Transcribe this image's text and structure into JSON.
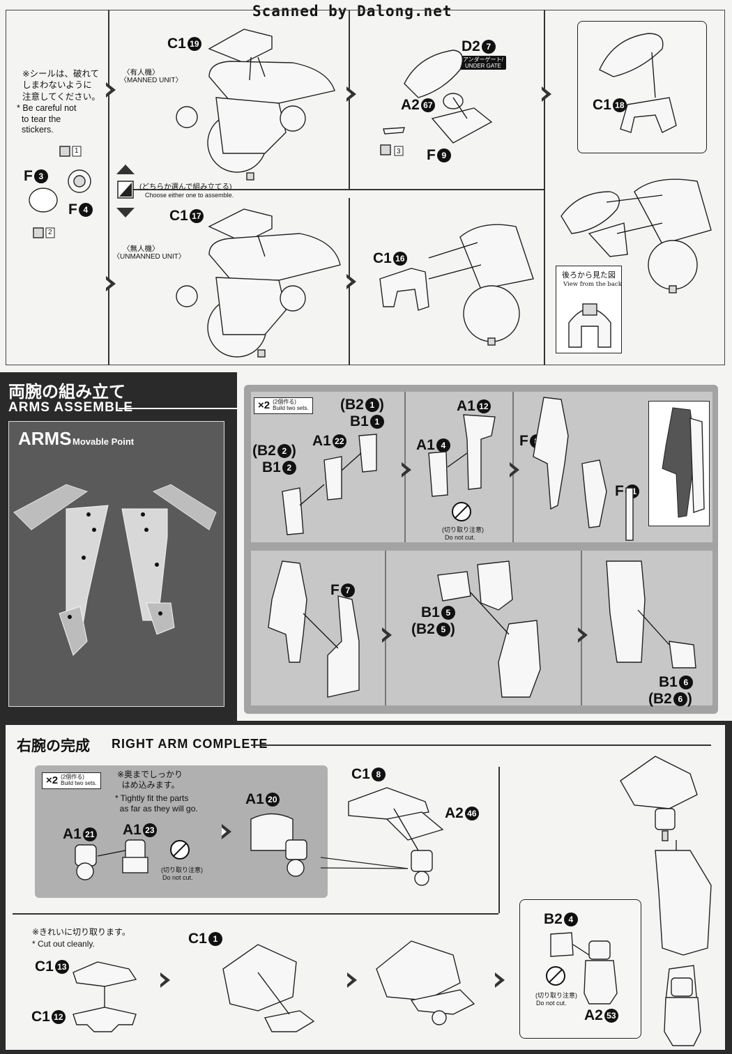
{
  "header": {
    "watermark": "Scanned by Dalong.net"
  },
  "top_section": {
    "sticker_note_jp": "※シールは、破れて\nしまわないように\n注意してください。",
    "sticker_note_en": "* Be careful not\n  to tear the\n  stickers.",
    "manned_jp": "〈有人機〉",
    "manned_en": "〈MANNED UNIT〉",
    "unmanned_jp": "〈無人機〉",
    "unmanned_en": "〈UNMANNED UNIT〉",
    "choose_jp": "(どちらか選んで組み立てる)",
    "choose_en": "Choose either one to assemble.",
    "under_gate_jp": "アンダーゲート/",
    "under_gate_en": "UNDER GATE",
    "view_back_jp": "後ろから見た図",
    "view_back_en": "View from the back",
    "sticker_nums": [
      "1",
      "2",
      "3"
    ],
    "parts": {
      "c1_19": "C1",
      "c1_19_n": "19",
      "d2_7": "D2",
      "d2_7_n": "7",
      "a2_67": "A2",
      "a2_67_n": "67",
      "f_9": "F",
      "f_9_n": "9",
      "c1_18": "C1",
      "c1_18_n": "18",
      "f_3": "F",
      "f_3_n": "3",
      "f_4": "F",
      "f_4_n": "4",
      "c1_17": "C1",
      "c1_17_n": "17",
      "c1_16": "C1",
      "c1_16_n": "16"
    }
  },
  "arms_section": {
    "title_jp": "両腕の組み立て",
    "title_en": "ARMS ASSEMBLE",
    "photo_title": "ARMS",
    "photo_subtitle": "Movable Point",
    "x2_big": "×2",
    "x2_jp": "(2個作る)",
    "x2_en": "Build two sets.",
    "nocut_jp": "(切り取り注意)",
    "nocut_en": "Do not cut.",
    "parts": {
      "b2_1": "(B2",
      "b2_1_n": "1",
      "b2_1_close": ")",
      "b1_1": "B1",
      "b1_1_n": "1",
      "b2_2": "(B2",
      "b2_2_n": "2",
      "b2_2_close": ")",
      "b1_2": "B1",
      "b1_2_n": "2",
      "a1_22": "A1",
      "a1_22_n": "22",
      "a1_12": "A1",
      "a1_12_n": "12",
      "a1_4": "A1",
      "a1_4_n": "4",
      "f_8": "F",
      "f_8_n": "8",
      "f_11": "F",
      "f_11_n": "11",
      "f_7": "F",
      "f_7_n": "7",
      "b1_5": "B1",
      "b1_5_n": "5",
      "b2_5": "(B2",
      "b2_5_n": "5",
      "b2_5_close": ")",
      "b1_6": "B1",
      "b1_6_n": "6",
      "b2_6": "(B2",
      "b2_6_n": "6",
      "b2_6_close": ")"
    }
  },
  "right_arm_section": {
    "title_jp": "右腕の完成",
    "title_en": "RIGHT ARM COMPLETE",
    "x2_big": "×2",
    "x2_jp": "(2個作る)",
    "x2_en": "Build two sets.",
    "fit_note_jp": "※奥までしっかり\n  はめ込みます。",
    "fit_note_en": "* Tightly fit the parts\n  as far as they will go.",
    "cut_note_jp": "※きれいに切り取ります。",
    "cut_note_en": "* Cut out cleanly.",
    "nocut_jp": "(切り取り注意)",
    "nocut_en": "Do not cut.",
    "parts": {
      "a1_21": "A1",
      "a1_21_n": "21",
      "a1_23": "A1",
      "a1_23_n": "23",
      "a1_20": "A1",
      "a1_20_n": "20",
      "c1_8": "C1",
      "c1_8_n": "8",
      "a2_46": "A2",
      "a2_46_n": "46",
      "c1_13": "C1",
      "c1_13_n": "13",
      "c1_12": "C1",
      "c1_12_n": "12",
      "c1_1": "C1",
      "c1_1_n": "1",
      "b2_4": "B2",
      "b2_4_n": "4",
      "a2_53": "A2",
      "a2_53_n": "53"
    }
  }
}
